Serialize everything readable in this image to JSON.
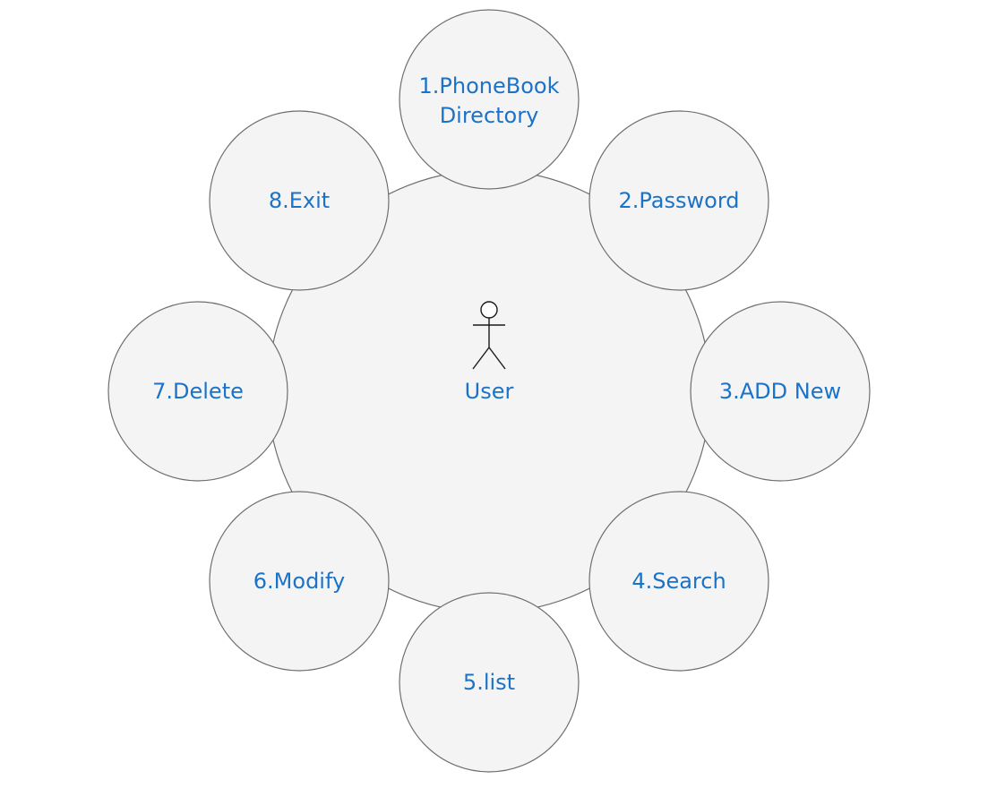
{
  "diagram": {
    "center": {
      "label": "User",
      "icon": "actor-icon"
    },
    "nodes": [
      {
        "lines": [
          "1.PhoneBook",
          "Directory"
        ]
      },
      {
        "lines": [
          "2.Password"
        ]
      },
      {
        "lines": [
          "3.ADD New"
        ]
      },
      {
        "lines": [
          "4.Search"
        ]
      },
      {
        "lines": [
          "5.list"
        ]
      },
      {
        "lines": [
          "6.Modify"
        ]
      },
      {
        "lines": [
          "7.Delete"
        ]
      },
      {
        "lines": [
          "8.Exit"
        ]
      }
    ],
    "colors": {
      "label": "#1a73c9",
      "fill": "#f4f4f4",
      "stroke": "#6e6e6e"
    }
  }
}
